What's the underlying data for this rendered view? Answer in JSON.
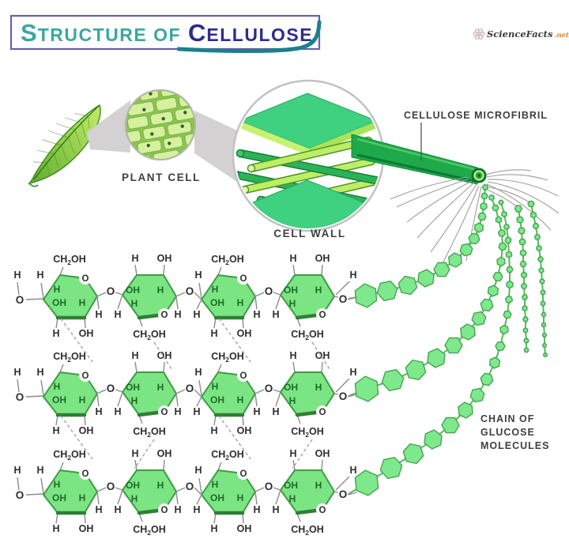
{
  "title": {
    "t1_initial": "S",
    "t1_rest": "TRUCTURE OF",
    "t2_initial": "C",
    "t2_rest": "ELLULOSE"
  },
  "logo": {
    "brand": "ScienceFacts",
    "tld": ".net"
  },
  "stages": {
    "plant_cell": "PLANT CELL",
    "cell_wall": "CELL WALL",
    "microfibril": "CELLULOSE MICROFIBRIL",
    "chain": [
      "CHAIN OF",
      "GLUCOSE",
      "MOLECULES"
    ]
  },
  "molecule": {
    "ch": "CH",
    "sub2": "2",
    "oh_tail": "OH",
    "h": "H",
    "oh": "OH",
    "o": "O"
  },
  "colors": {
    "title_teal": "#3BA79E",
    "title_indigo": "#2B2E8C",
    "box_border": "#6A5FAE",
    "swoosh": "#1D7F8E",
    "label_gray": "#3F3F3F",
    "net_orange": "#E8821E",
    "hex_fill": "#7CE583",
    "hex_stroke": "#3E9B44",
    "hex_dark_edge": "#2F7F35",
    "inner_label": "#1D6B2A",
    "chain_fill": "#7DE98C",
    "rod_green": "#1EA94B",
    "leaf_light": "#C4EC6B",
    "leaf_dark": "#5FAE2D"
  }
}
